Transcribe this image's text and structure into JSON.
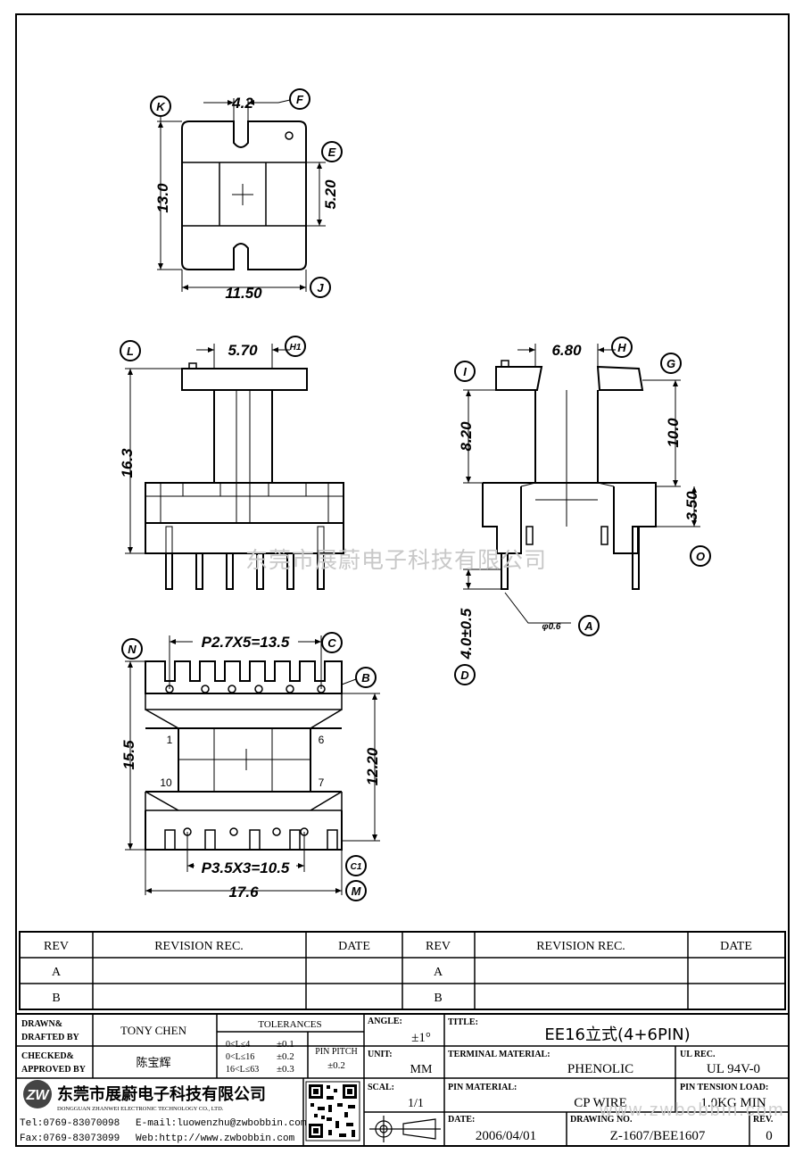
{
  "views": {
    "top": {
      "dim_width_top": "4.2",
      "dim_height": "13.0",
      "dim_slot": "5.20",
      "dim_width": "11.50",
      "labels": [
        "K",
        "F",
        "E",
        "J"
      ]
    },
    "front": {
      "dim_core": "5.70",
      "dim_height": "16.3",
      "labels": [
        "L",
        "H1"
      ]
    },
    "side": {
      "dim_core": "6.80",
      "dim_upper": "8.20",
      "dim_total": "10.0",
      "dim_base": "3.50",
      "dim_pin": "4.0±0.5",
      "pin_dia": "φ0.6",
      "labels": [
        "I",
        "H",
        "G",
        "O",
        "D",
        "A"
      ]
    },
    "bottom": {
      "pitch_top": "P2.7X5=13.5",
      "pitch_bottom": "P3.5X3=10.5",
      "dim_height": "15.5",
      "dim_inner": "12.20",
      "dim_width": "17.6",
      "pins": [
        "1",
        "6",
        "10",
        "7"
      ],
      "labels": [
        "N",
        "C",
        "B",
        "C1",
        "M"
      ]
    }
  },
  "revision_table": {
    "headers": [
      "REV",
      "REVISION REC.",
      "DATE",
      "REV",
      "REVISION REC.",
      "DATE"
    ],
    "rows": [
      "A",
      "B"
    ]
  },
  "title_block": {
    "drawn_label": "DRAWN&\nDRAFTED BY",
    "drawn_by": "TONY CHEN",
    "checked_label": "CHECKED&\nAPPROVED BY",
    "approved_by": "陈宝辉",
    "tolerances_label": "TOLERANCES",
    "tol_rows": [
      {
        "range": "0<L≤4",
        "tol": "±0.1"
      },
      {
        "range": "0<L≤16",
        "tol": "±0.2"
      },
      {
        "range": "16<L≤63",
        "tol": "±0.3"
      }
    ],
    "pin_pitch_label": "PIN PITCH",
    "pin_pitch": "±0.2",
    "angle_label": "ANGLE:",
    "angle": "±1°",
    "unit_label": "UNIT:",
    "unit": "MM",
    "scale_label": "SCAL:",
    "scale": "1/1",
    "title_label": "TITLE:",
    "title": "EE16立式(4+6PIN)",
    "terminal_label": "TERMINAL MATERIAL:",
    "terminal": "PHENOLIC",
    "ul_label": "UL REC.",
    "ul": "UL 94V-0",
    "pin_material_label": "PIN MATERIAL:",
    "pin_material": "CP WIRE",
    "tension_label": "PIN TENSION LOAD:",
    "tension": "1.0KG MIN",
    "date_label": "DATE:",
    "date": "2006/04/01",
    "drawing_label": "DRAWING NO.",
    "drawing_no": "Z-1607/BEE1607",
    "rev_label": "REV.",
    "rev": "0"
  },
  "company": {
    "name_cn": "东莞市展蔚电子科技有限公司",
    "name_en": "DONGGUAN ZHANWEI ELECTRONIC TECHNOLOGY CO., LTD.",
    "tel": "Tel:0769-83070098",
    "email": "E-mail:luowenzhu@zwbobbin.com",
    "fax": "Fax:0769-83073099",
    "web": "Web:http://www.zwbobbin.com"
  },
  "watermarks": {
    "center": "东莞市展蔚电子科技有限公司",
    "corner": "www.zwbobbin.com"
  }
}
